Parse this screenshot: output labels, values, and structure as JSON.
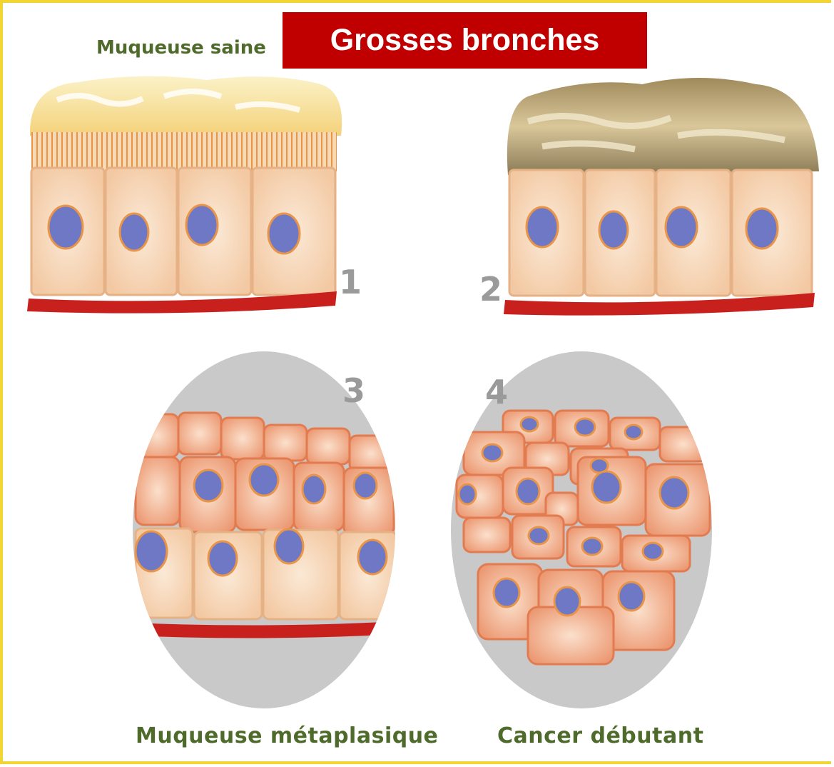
{
  "title": "Grosses bronches",
  "labels": {
    "healthy": "Muqueuse saine",
    "metaplastic": "Muqueuse métaplasique",
    "early_cancer": "Cancer débutant"
  },
  "panel_numbers": [
    "1",
    "2",
    "3",
    "4"
  ],
  "colors": {
    "title_bg": "#c00000",
    "title_text": "#ffffff",
    "label_text": "#4f6b2c",
    "frame": "#f2d433",
    "basement_membrane": "#c8201c",
    "cell_fill": "#f8dfc6",
    "nucleus": "#6f78c4",
    "circle_bg": "#c9c9c9"
  }
}
